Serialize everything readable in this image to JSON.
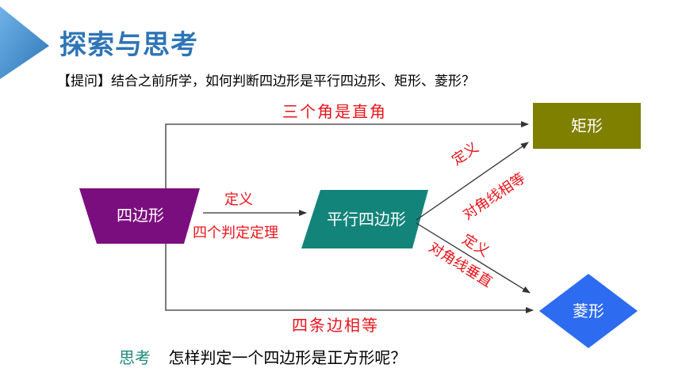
{
  "header": {
    "title": "探索与思考"
  },
  "question": "【提问】结合之前所学，如何判断四边形是平行四边形、矩形、菱形？",
  "nodes": {
    "quadrilateral": "四边形",
    "parallelogram": "平行四边形",
    "rectangle": "矩形",
    "rhombus": "菱形"
  },
  "edges": {
    "to_rectangle_direct": "三个角是直角",
    "to_rhombus_direct": "四条边相等",
    "to_parallelogram_top": "定义",
    "to_parallelogram_bottom": "四个判定定理",
    "to_rectangle_def": "定义",
    "to_rectangle_cond": "对角线相等",
    "to_rhombus_def": "定义",
    "to_rhombus_cond": "对角线垂直"
  },
  "footer": {
    "keyword": "思考",
    "question": "怎样判定一个四边形是正方形呢？"
  },
  "colors": {
    "title": "#2e75b6",
    "quadrilateral": "#7b0e7f",
    "parallelogram": "#13847a",
    "rectangle": "#7f7f00",
    "rhombus": "#2d6bf0",
    "red": "#e8141b",
    "keyword": "#1c8a7a"
  }
}
